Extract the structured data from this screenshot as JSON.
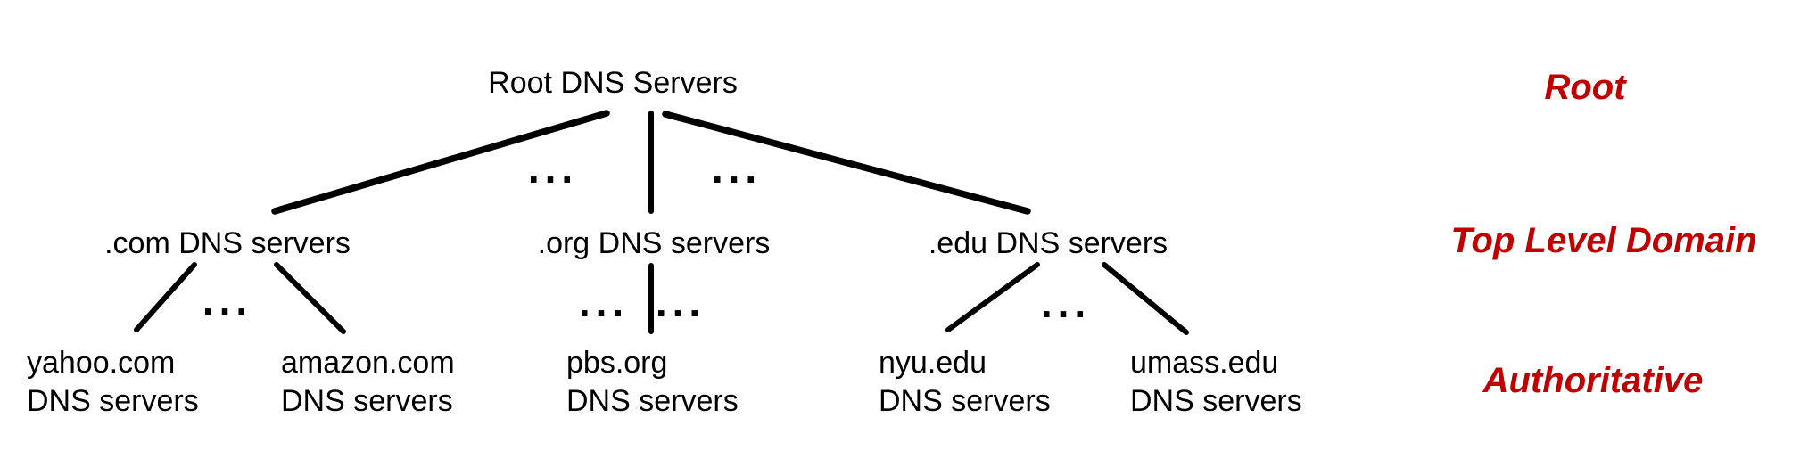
{
  "nodes": {
    "root": {
      "label": "Root DNS Servers"
    },
    "tld_com": {
      "label": ".com DNS servers"
    },
    "tld_org": {
      "label": ".org DNS servers"
    },
    "tld_edu": {
      "label": ".edu DNS servers"
    },
    "auth_yahoo": {
      "label": "yahoo.com\nDNS servers"
    },
    "auth_amazon": {
      "label": "amazon.com\nDNS servers"
    },
    "auth_pbs": {
      "label": "pbs.org\nDNS servers"
    },
    "auth_nyu": {
      "label": "nyu.edu\nDNS servers"
    },
    "auth_umass": {
      "label": "umass.edu\nDNS servers"
    }
  },
  "tier_labels": {
    "root": "Root",
    "tld": "Top Level Domain",
    "authoritative": "Authoritative"
  },
  "ellipsis": "...",
  "colors": {
    "tier_label": "#C00000",
    "node_text": "#000000",
    "edge": "#000000",
    "background": "#FFFFFF"
  }
}
